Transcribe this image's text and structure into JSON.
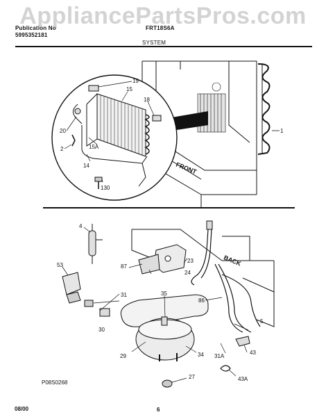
{
  "header": {
    "pub_label": "Publication No",
    "pub_number": "5995352181",
    "model": "FRT18S6A",
    "section": "SYSTEM"
  },
  "watermark": "AppliancePartsPros.com",
  "labels": {
    "l1": "1",
    "l2": "2",
    "l4": "4",
    "l5": "5",
    "l14": "14",
    "l15": "15",
    "l15a": "15A",
    "l18": "18",
    "l19": "19",
    "l20": "20",
    "l23": "23",
    "l24": "24",
    "l27": "27",
    "l29": "29",
    "l30": "30",
    "l31": "31",
    "l31a": "31A",
    "l34": "34",
    "l35": "35",
    "l43": "43",
    "l43a": "43A",
    "l53": "53",
    "l86": "86",
    "l87": "87",
    "l130": "130",
    "front": "FRONT",
    "back": "BACK"
  },
  "diagram_code": "P08S0268",
  "footer": {
    "date": "08/00",
    "page": "6"
  },
  "colors": {
    "line": "#111111",
    "watermark": "#969696"
  }
}
